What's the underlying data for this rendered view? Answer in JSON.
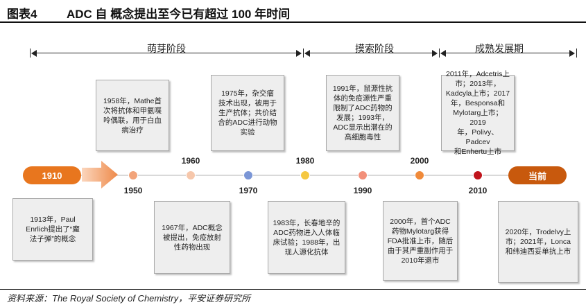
{
  "header": {
    "figure_label": "图表4",
    "title": "ADC 自 概念提出至今已有超过 100 年时间"
  },
  "phases": [
    {
      "label": "萌芽阶段"
    },
    {
      "label": "摸索阶段"
    },
    {
      "label": "成熟发展期"
    }
  ],
  "timeline": {
    "start_label": "1910",
    "end_label": "当前",
    "years": [
      "1950",
      "1960",
      "1970",
      "1980",
      "1990",
      "2000",
      "2010"
    ]
  },
  "events_top": [
    {
      "lines": [
        "1958年，Mathe首",
        "次将抗体和甲氨喋",
        "呤偶联，用于白血",
        "病治疗"
      ]
    },
    {
      "lines": [
        "1975年，杂交瘤",
        "技术出现，被用于",
        "生产抗体；共价结",
        "合的ADC进行动物",
        "实验"
      ]
    },
    {
      "lines": [
        "1991年，鼠源性抗",
        "体的免疫源性严重",
        "限制了ADC药物的",
        "发展；1993年，",
        "ADC显示出潜在的",
        "高细胞毒性"
      ]
    },
    {
      "lines": [
        "2011年，Adcetris上",
        "市；2013年，",
        "Kadcyla上市；2017",
        "年，Besponsa和",
        "Mylotarg上市；2019",
        "年，Polivy、Padcev",
        "和Enhertu上市"
      ]
    }
  ],
  "events_bottom": [
    {
      "lines": [
        "1913年，Paul",
        "Enrlich提出了“魔",
        "法子弹”的概念"
      ]
    },
    {
      "lines": [
        "1967年，ADC概念",
        "被提出，免疫放射",
        "性药物出现"
      ]
    },
    {
      "lines": [
        "1983年，长春地辛的",
        "ADC药物进入人体临",
        "床试验；1988年，出",
        "现人源化抗体"
      ]
    },
    {
      "lines": [
        "2000年，首个ADC",
        "药物Mylotarg获得",
        "FDA批准上市，随后",
        "由于其严重副作用于",
        "2010年退市"
      ]
    },
    {
      "lines": [
        "2020年，Trodelvy上",
        "市；2021年，Lonca",
        "和纬迪西妥单抗上市"
      ]
    }
  ],
  "source": "资料来源：The Royal Society of Chemistry，平安证券研究所",
  "colors": {
    "orange": "#e8761e",
    "dark_orange": "#c8590d",
    "light_orange": "#f2a47a",
    "pale_orange": "#f6c7ab",
    "blue": "#7b96d6",
    "yellow": "#f5c842",
    "red": "#c0141c",
    "callout_bg": "#eeeeee"
  }
}
